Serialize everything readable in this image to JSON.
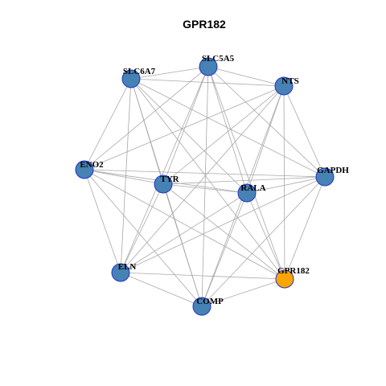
{
  "title": "GPR182",
  "colors": {
    "node_fill": "#4682b4",
    "node_stroke": "#2233cc",
    "highlight_fill": "#ffa500",
    "edge": "#a9a9a9"
  },
  "nodes": [
    {
      "id": "SLC5A5",
      "label": "SLC5A5",
      "highlight": false
    },
    {
      "id": "SLC6A7",
      "label": "SLC6A7",
      "highlight": false
    },
    {
      "id": "NTS",
      "label": "NTS",
      "highlight": false
    },
    {
      "id": "ENO2",
      "label": "ENO2",
      "highlight": false
    },
    {
      "id": "TYR",
      "label": "TYR",
      "highlight": false
    },
    {
      "id": "RALA",
      "label": "RALA",
      "highlight": false
    },
    {
      "id": "GAPDH",
      "label": "GAPDH",
      "highlight": false
    },
    {
      "id": "ELN",
      "label": "ELN",
      "highlight": false
    },
    {
      "id": "GPR182",
      "label": "GPR182",
      "highlight": true
    },
    {
      "id": "COMP",
      "label": "COMP",
      "highlight": false
    }
  ],
  "edges": [
    [
      "SLC5A5",
      "SLC6A7"
    ],
    [
      "SLC5A5",
      "NTS"
    ],
    [
      "SLC5A5",
      "GAPDH"
    ],
    [
      "SLC5A5",
      "TYR"
    ],
    [
      "SLC5A5",
      "RALA"
    ],
    [
      "SLC5A5",
      "ELN"
    ],
    [
      "SLC5A5",
      "COMP"
    ],
    [
      "SLC5A5",
      "GPR182"
    ],
    [
      "SLC5A5",
      "ENO2"
    ],
    [
      "SLC6A7",
      "NTS"
    ],
    [
      "SLC6A7",
      "ENO2"
    ],
    [
      "SLC6A7",
      "TYR"
    ],
    [
      "SLC6A7",
      "RALA"
    ],
    [
      "SLC6A7",
      "GAPDH"
    ],
    [
      "SLC6A7",
      "ELN"
    ],
    [
      "SLC6A7",
      "COMP"
    ],
    [
      "SLC6A7",
      "GPR182"
    ],
    [
      "NTS",
      "ENO2"
    ],
    [
      "NTS",
      "TYR"
    ],
    [
      "NTS",
      "RALA"
    ],
    [
      "NTS",
      "GAPDH"
    ],
    [
      "NTS",
      "ELN"
    ],
    [
      "NTS",
      "COMP"
    ],
    [
      "NTS",
      "GPR182"
    ],
    [
      "ENO2",
      "TYR"
    ],
    [
      "ENO2",
      "RALA"
    ],
    [
      "ENO2",
      "GAPDH"
    ],
    [
      "ENO2",
      "ELN"
    ],
    [
      "ENO2",
      "COMP"
    ],
    [
      "ENO2",
      "GPR182"
    ],
    [
      "TYR",
      "RALA"
    ],
    [
      "TYR",
      "GAPDH"
    ],
    [
      "TYR",
      "ELN"
    ],
    [
      "TYR",
      "COMP"
    ],
    [
      "TYR",
      "GPR182"
    ],
    [
      "RALA",
      "GAPDH"
    ],
    [
      "RALA",
      "ELN"
    ],
    [
      "RALA",
      "COMP"
    ],
    [
      "RALA",
      "GPR182"
    ],
    [
      "GAPDH",
      "ELN"
    ],
    [
      "GAPDH",
      "COMP"
    ],
    [
      "GAPDH",
      "GPR182"
    ],
    [
      "ELN",
      "GPR182"
    ],
    [
      "ELN",
      "COMP"
    ],
    [
      "COMP",
      "GPR182"
    ]
  ]
}
